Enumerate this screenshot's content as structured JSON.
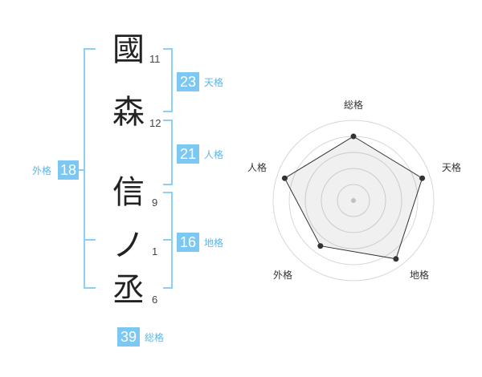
{
  "name": {
    "characters": [
      {
        "char": "國",
        "strokes": "11"
      },
      {
        "char": "森",
        "strokes": "12"
      },
      {
        "char": "信",
        "strokes": "9"
      },
      {
        "char": "ノ",
        "strokes": "1"
      },
      {
        "char": "丞",
        "strokes": "6"
      }
    ]
  },
  "fortunes": {
    "tenkaku": {
      "value": "23",
      "label": "天格"
    },
    "jinkaku": {
      "value": "21",
      "label": "人格"
    },
    "chikaku": {
      "value": "16",
      "label": "地格"
    },
    "gaikaku": {
      "value": "18",
      "label": "外格"
    },
    "soukaku": {
      "value": "39",
      "label": "総格"
    }
  },
  "colors": {
    "accent": "#7cc8f2",
    "bracket": "#8dd0f5",
    "label": "#5bb6ea"
  },
  "chart_data": {
    "type": "radar",
    "axes": [
      "総格",
      "天格",
      "地格",
      "外格",
      "人格"
    ],
    "max": 5,
    "values": [
      4,
      4.5,
      4.5,
      3.5,
      4.5
    ],
    "rings": 5
  }
}
